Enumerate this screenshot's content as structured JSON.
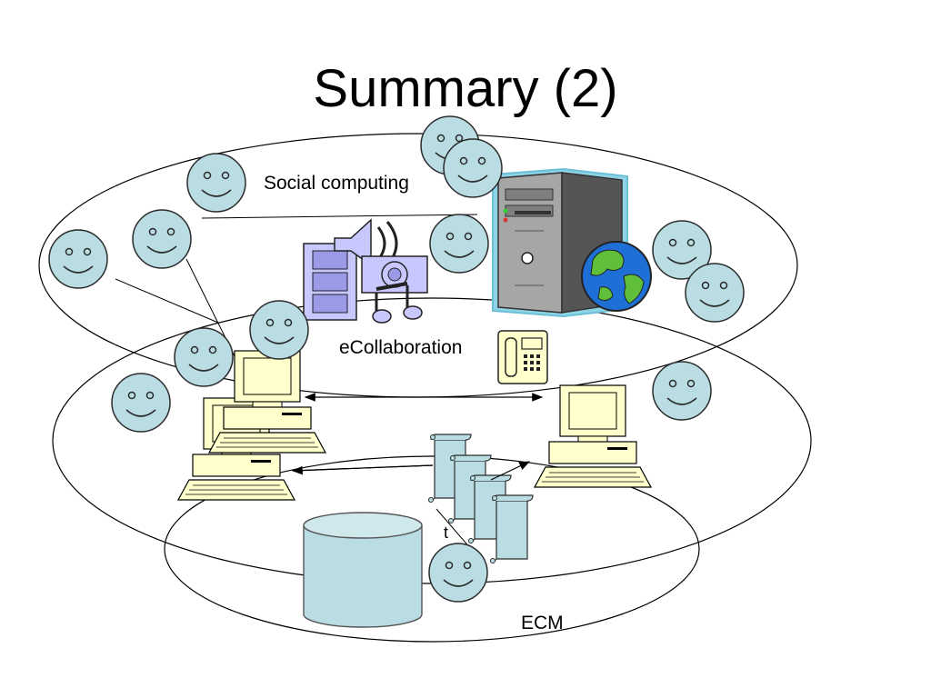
{
  "slide": {
    "title": "Summary (2)"
  },
  "labels": {
    "social_computing": "Social computing",
    "ecollaboration": "eCollaboration",
    "ecm": "ECM",
    "workflow_marker": "t"
  },
  "colors": {
    "face_fill": "#b9dde3",
    "face_stroke": "#2b2b2b",
    "computer_fill": "#ffffcc",
    "document_fill": "#b9dde3",
    "server_body": "#7f7f7f",
    "server_halo": "#8fd3e6",
    "globe_ocean": "#1e6fd6",
    "globe_land": "#5fbf3a",
    "media_fill": "#c8c8ff"
  },
  "icons": [
    "smiley-face-icon",
    "desktop-computer-icon",
    "server-tower-icon",
    "globe-icon",
    "media-clipart-icon",
    "telephone-icon",
    "document-scroll-icon",
    "database-cylinder-icon"
  ]
}
